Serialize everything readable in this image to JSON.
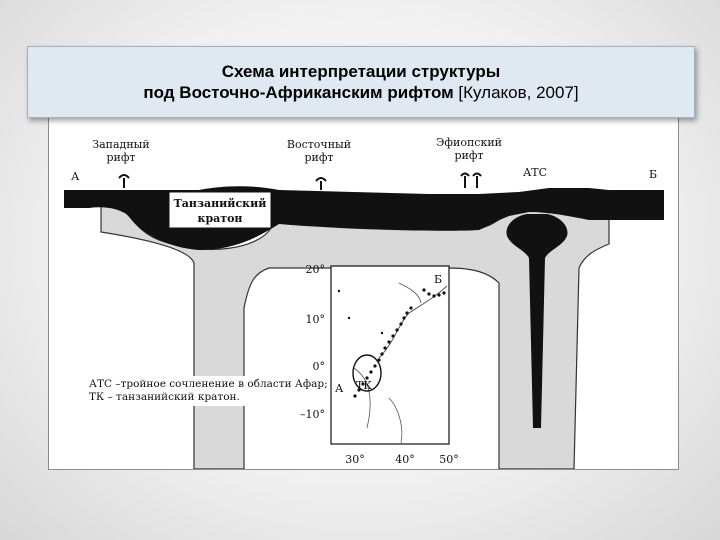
{
  "title": {
    "line1": "Схема интерпретации структуры",
    "line2_bold": "под Восточно-Африканским рифтом",
    "line2_normal": " [Кулаков, 2007]"
  },
  "figure": {
    "left_label": "А",
    "right_label": "Б",
    "rifts": {
      "western": {
        "line1": "Западный",
        "line2": "рифт"
      },
      "eastern": {
        "line1": "Восточный",
        "line2": "рифт"
      },
      "ethiopian": {
        "line1": "Эфиопский",
        "line2": "рифт"
      }
    },
    "ats_label": "АТС",
    "craton": {
      "line1": "Танзанийский",
      "line2": "кратон"
    },
    "caption": {
      "line1": "АТС –тройное сочленение в области Афар;",
      "line2": "ТК – танзанийский кратон."
    },
    "inset_map": {
      "lat_ticks": [
        "20°",
        "10°",
        "0°",
        "–10°"
      ],
      "lon_ticks": [
        "30°",
        "40°",
        "50°"
      ],
      "point_b": "Б",
      "point_a": "А",
      "tk_label": "ТК"
    }
  }
}
